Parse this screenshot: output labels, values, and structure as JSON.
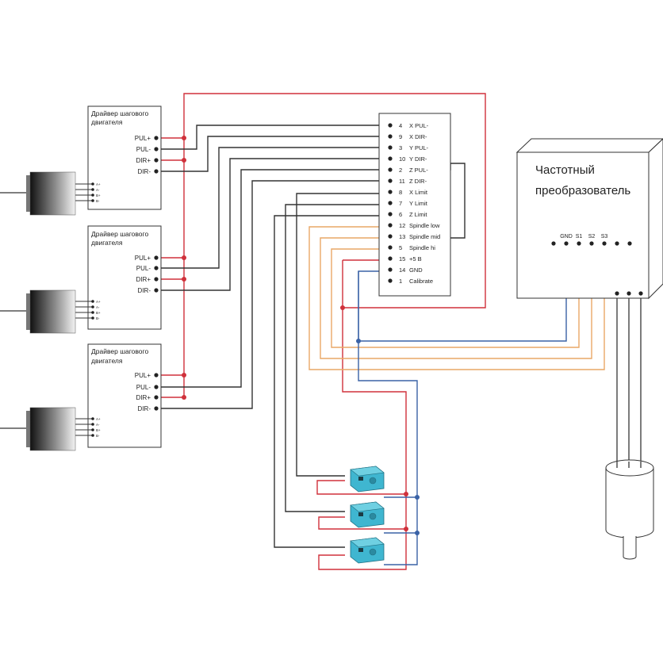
{
  "colors": {
    "red": "#d0313b",
    "blue": "#3a62a6",
    "orange": "#e9a766",
    "black": "#333333",
    "sensor": "#3fb6d0"
  },
  "drivers": [
    {
      "title_line1": "Драйвер шагового",
      "title_line2": "двигателя",
      "pins": [
        "PUL+",
        "PUL-",
        "DIR+",
        "DIR-"
      ],
      "motor_pins": [
        "A+",
        "A-",
        "B+",
        "B-"
      ]
    },
    {
      "title_line1": "Драйвер шагового",
      "title_line2": "двигателя",
      "pins": [
        "PUL+",
        "PUL-",
        "DIR+",
        "DIR-"
      ],
      "motor_pins": [
        "A+",
        "A-",
        "B+",
        "B-"
      ]
    },
    {
      "title_line1": "Драйвер шагового",
      "title_line2": "двигателя",
      "pins": [
        "PUL+",
        "PUL-",
        "DIR+",
        "DIR-"
      ],
      "motor_pins": [
        "A+",
        "A-",
        "B+",
        "B-"
      ]
    }
  ],
  "controller": {
    "pins": [
      {
        "num": "4",
        "label": "X PUL-"
      },
      {
        "num": "9",
        "label": "X DIR-"
      },
      {
        "num": "3",
        "label": "Y PUL-"
      },
      {
        "num": "10",
        "label": "Y DIR-"
      },
      {
        "num": "2",
        "label": "Z PUL-"
      },
      {
        "num": "11",
        "label": "Z DIR-"
      },
      {
        "num": "8",
        "label": "X Limit"
      },
      {
        "num": "7",
        "label": "Y Limit"
      },
      {
        "num": "6",
        "label": "Z Limit"
      },
      {
        "num": "12",
        "label": "Spindle low"
      },
      {
        "num": "13",
        "label": "Spindle mid"
      },
      {
        "num": "5",
        "label": "Spindle hi"
      },
      {
        "num": "15",
        "label": "+5 B"
      },
      {
        "num": "14",
        "label": "GND"
      },
      {
        "num": "1",
        "label": "Calibrate"
      }
    ]
  },
  "inverter": {
    "title_line1": "Частотный",
    "title_line2": "преобразователь",
    "terminals": [
      "GND",
      "S1",
      "S2",
      "S3"
    ]
  }
}
